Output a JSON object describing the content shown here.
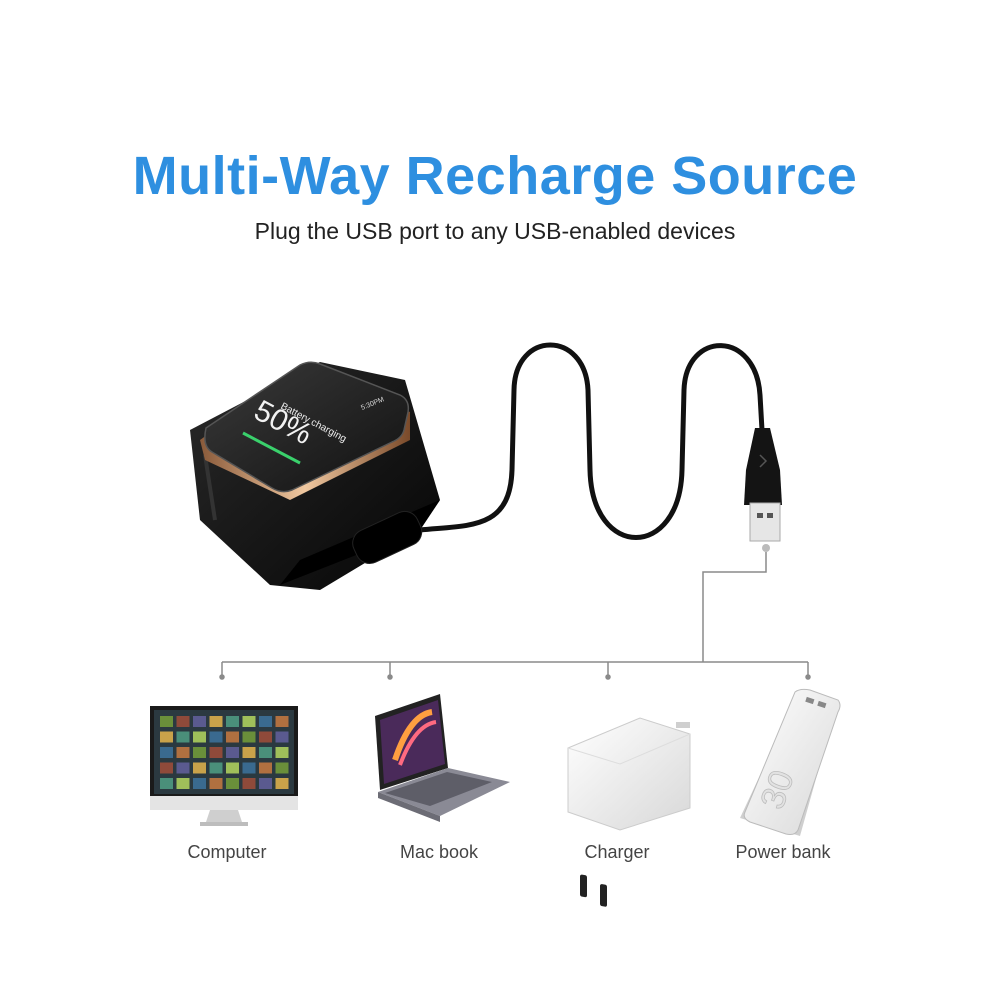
{
  "header": {
    "title": "Multi-Way Recharge Source",
    "subtitle": "Plug the USB port to any USB-enabled devices"
  },
  "watch": {
    "screen_time": "5:30PM",
    "status_text": "Battery charging",
    "battery_percent": "50%",
    "battery_level": 0.5
  },
  "devices": [
    {
      "label": "Computer",
      "icon": "computer-icon"
    },
    {
      "label": "Mac book",
      "icon": "laptop-icon"
    },
    {
      "label": "Charger",
      "icon": "wall-charger-icon"
    },
    {
      "label": "Power bank",
      "icon": "power-bank-icon"
    }
  ],
  "power_bank": {
    "capacity_mark": "30"
  },
  "colors": {
    "title": "#2e8fe0",
    "cable": "#111111",
    "connector_line": "#8a8a8a",
    "watch_accent": "#c98a5c",
    "charge_bar": "#3ad16c"
  }
}
